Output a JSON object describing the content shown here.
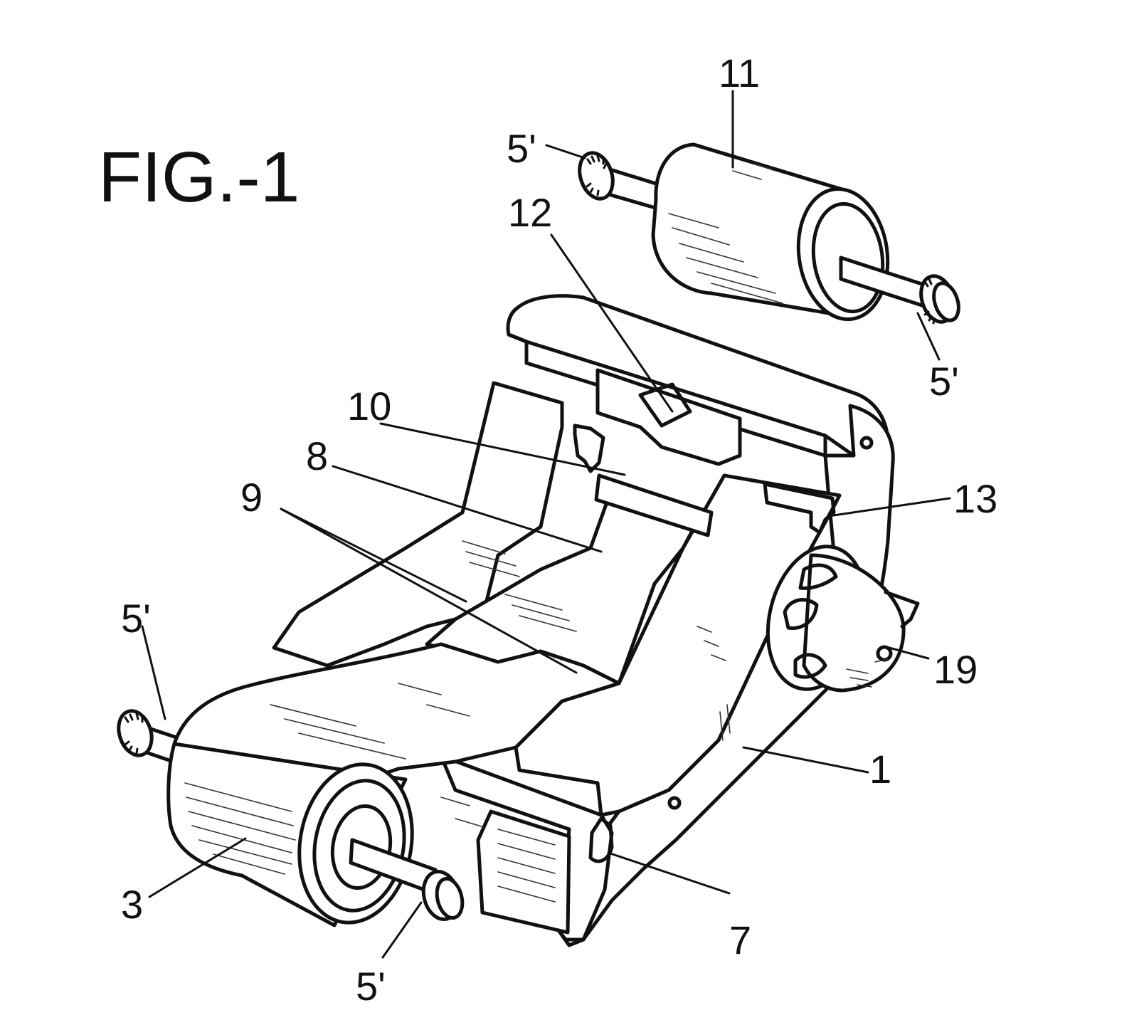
{
  "figure": {
    "title": "FIG.-1",
    "ink_color": "#111111",
    "paper_color": "#ffffff"
  },
  "labels": {
    "l11": "11",
    "l5a": "5'",
    "l12": "12",
    "l5b": "5'",
    "l10": "10",
    "l8": "8",
    "l9": "9",
    "l13": "13",
    "l5c": "5'",
    "l19": "19",
    "l1": "1",
    "l3": "3",
    "l7": "7",
    "l5d": "5'"
  }
}
